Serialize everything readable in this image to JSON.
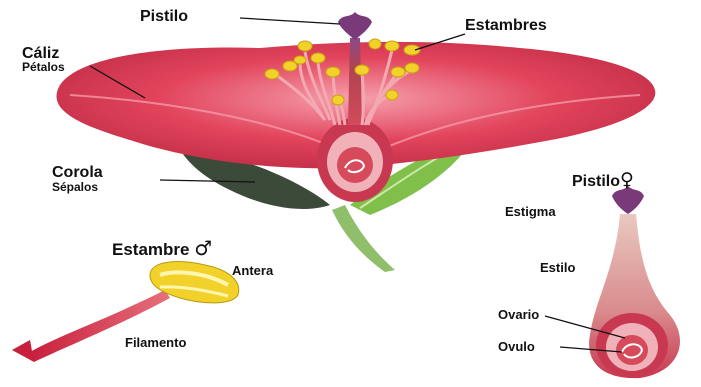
{
  "labels": {
    "pistilo_top": "Pistilo",
    "estambres": "Estambres",
    "caliz": "Cáliz",
    "petalos": "Pétalos",
    "corola": "Corola",
    "sepalos": "Sépalos",
    "estambre": "Estambre",
    "male_symbol": "♂",
    "antera": "Antera",
    "filamento": "Filamento",
    "pistilo_right": "Pistilo",
    "female_symbol": "♀",
    "estigma": "Estigma",
    "estilo": "Estilo",
    "ovario": "Ovario",
    "ovulo": "Ovulo"
  },
  "colors": {
    "petal_main": "#e2445c",
    "petal_light": "#f08a98",
    "petal_dark": "#b8243c",
    "sepal_dark": "#3c4a3a",
    "leaf_green": "#7fbf4a",
    "stem_green": "#8fbf6a",
    "anther_yellow": "#f2d22a",
    "pistil_purple": "#7a3a7a",
    "ovary_pink": "#f0b2b8"
  }
}
